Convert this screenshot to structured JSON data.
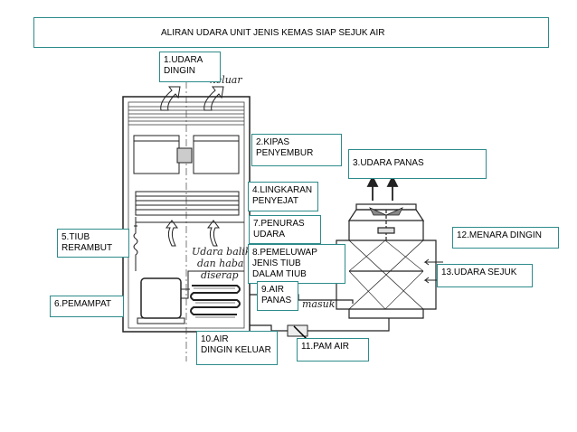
{
  "title": "ALIRAN UDARA UNIT JENIS KEMAS SIAP SEJUK AIR",
  "labels": {
    "udara_dingin": "1.UDARA\nDINGIN",
    "kipas": "2.KIPAS\nPENYEMBUR",
    "udara_panas": "3.UDARA PANAS",
    "lingkaran": "4.LINGKARAN\nPENYEJAT",
    "tiub": "5.TIUB\nRERAMBUT",
    "pemampat": "6.PEMAMPAT",
    "penuras": "7.PENURAS\nUDARA",
    "pemeluwap": "8.PEMELUWAP\nJENIS TIUB\nDALAM TIUB",
    "air_panas": "9.AIR\nPANAS",
    "air_dingin": "10.AIR\nDINGIN KELUAR",
    "pam": "11.PAM AIR",
    "menara": "12.MENARA DINGIN",
    "udara_sejuk": "13.UDARA SEJUK"
  },
  "drawing_text": {
    "keluar": "keluar",
    "udara_balik_1": "Udara balik",
    "udara_balik_2": "dan haba",
    "udara_balik_3": "diserap",
    "masuk": "masuk"
  }
}
